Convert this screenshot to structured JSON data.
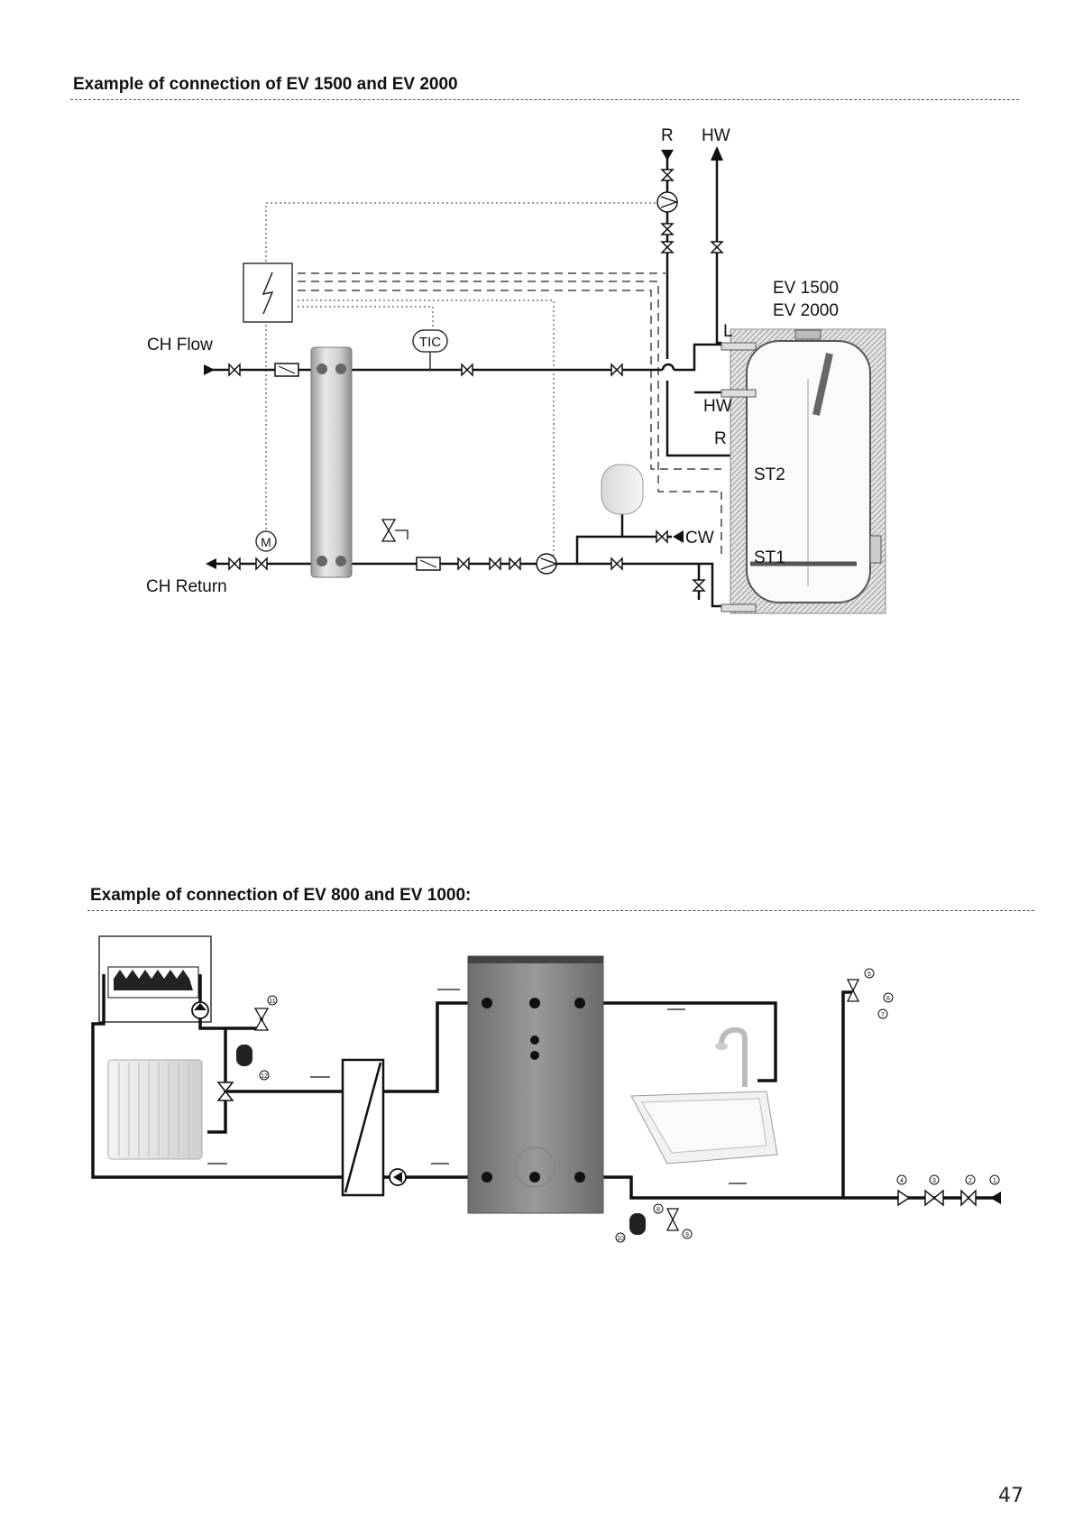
{
  "section1": {
    "title": "Example of connection of EV 1500 and EV 2000",
    "labels": {
      "r_top": "R",
      "hw_top": "HW",
      "tank_model_1": "EV 1500",
      "tank_model_2": "EV 2000",
      "ch_flow": "CH Flow",
      "ch_return": "CH Return",
      "tic": "TIC",
      "motor": "M",
      "l": "L",
      "hw_side": "HW",
      "r_side": "R",
      "st2": "ST2",
      "st1": "ST1",
      "cw": "CW"
    }
  },
  "section2": {
    "title": "Example of connection of EV 800 and EV 1000:",
    "numbers": [
      "1",
      "2",
      "3",
      "4",
      "5",
      "6",
      "7",
      "8",
      "9",
      "10",
      "11",
      "12"
    ]
  },
  "page_number": "47"
}
